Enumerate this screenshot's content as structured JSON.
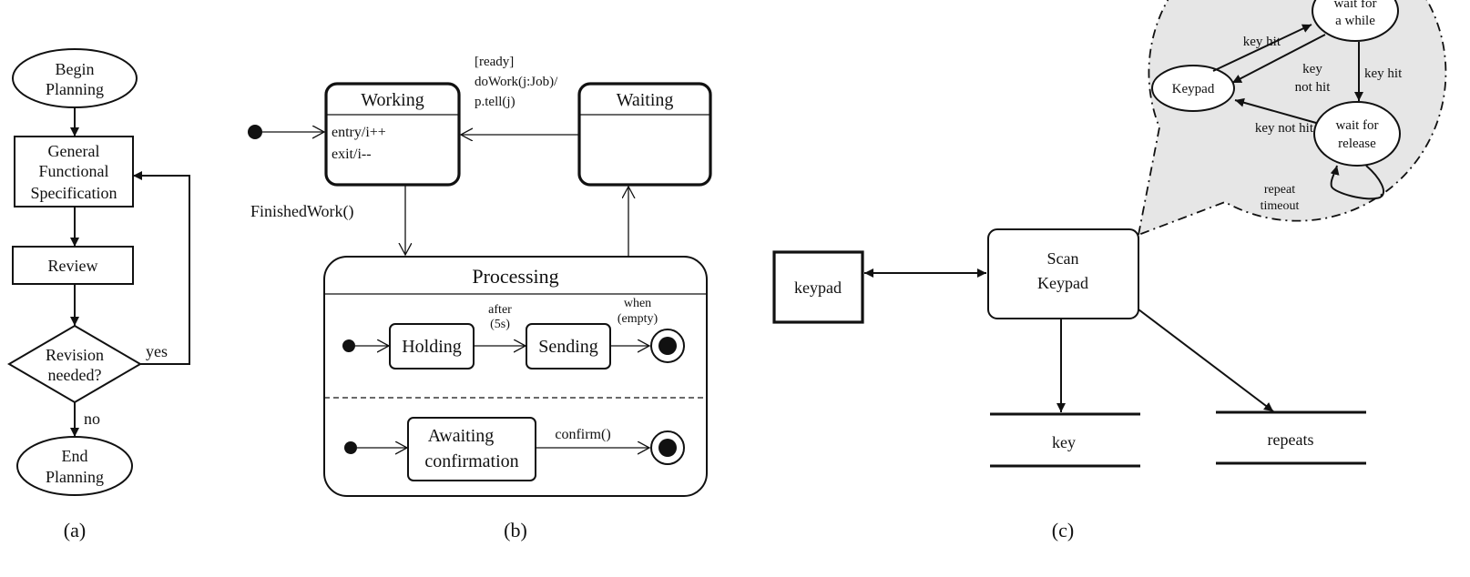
{
  "panel_a": {
    "label": "(a)",
    "begin": [
      "Begin",
      "Planning"
    ],
    "spec": [
      "General",
      "Functional",
      "Specification"
    ],
    "review": "Review",
    "decision": [
      "Revision",
      "needed?"
    ],
    "yes": "yes",
    "no": "no",
    "end": [
      "End",
      "Planning"
    ]
  },
  "panel_b": {
    "label": "(b)",
    "working": {
      "title": "Working",
      "entry": "entry/i++",
      "exit": "exit/i--"
    },
    "waiting": {
      "title": "Waiting"
    },
    "transition_waiting_to_working": [
      "[ready]",
      "doWork(j:Job)/",
      "p.tell(j)"
    ],
    "finished": "FinishedWork()",
    "processing": {
      "title": "Processing",
      "holding": "Holding",
      "after": [
        "after",
        "(5s)"
      ],
      "sending": "Sending",
      "when": [
        "when",
        "(empty)"
      ],
      "awaiting": [
        "Awaiting",
        "confirmation"
      ],
      "confirm": "confirm()"
    }
  },
  "panel_c": {
    "label": "(c)",
    "keypad_box": "keypad",
    "scan": [
      "Scan",
      "Keypad"
    ],
    "key_store": "key",
    "repeats_store": "repeats",
    "bubble": {
      "wait_while": [
        "wait for",
        "a while"
      ],
      "keypad": "Keypad",
      "wait_release": [
        "wait for",
        "release"
      ],
      "key_hit_1": "key hit",
      "key_not_hit_1": [
        "key",
        "not hit"
      ],
      "key_hit_2": "key hit",
      "key_not_hit_2": "key not hit",
      "repeat_timeout": [
        "repeat",
        "timeout"
      ],
      "fill_color": "#e6e6e6"
    }
  }
}
